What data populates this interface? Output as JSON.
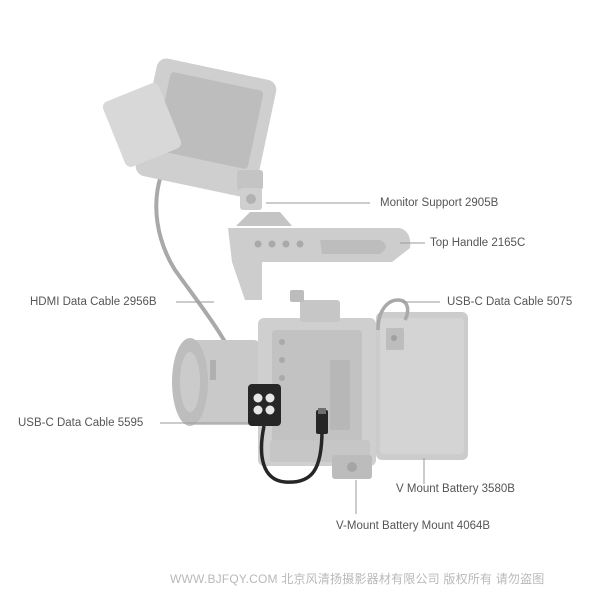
{
  "callouts": {
    "monitor_support": "Monitor Support 2905B",
    "top_handle": "Top Handle 2165C",
    "hdmi_cable": "HDMI Data Cable 2956B",
    "usbc_cable_5075": "USB-C Data Cable 5075",
    "usbc_cable_5595": "USB-C Data Cable 5595",
    "v_mount_battery": "V Mount Battery 3580B",
    "v_mount_battery_mount": "V-Mount Battery Mount 4064B"
  },
  "watermark": "WWW.BJFQY.COM 北京风清扬摄影器材有限公司 版权所有 请勿盗图",
  "colors": {
    "rig_gray": "#c9c9c9",
    "rig_dark": "#b5b5b5",
    "cable_gray": "#a9a9a9",
    "highlight_black": "#262626",
    "leader_line": "#9a9a9a",
    "label_text": "#555555",
    "watermark_text": "#b9b9b9"
  }
}
